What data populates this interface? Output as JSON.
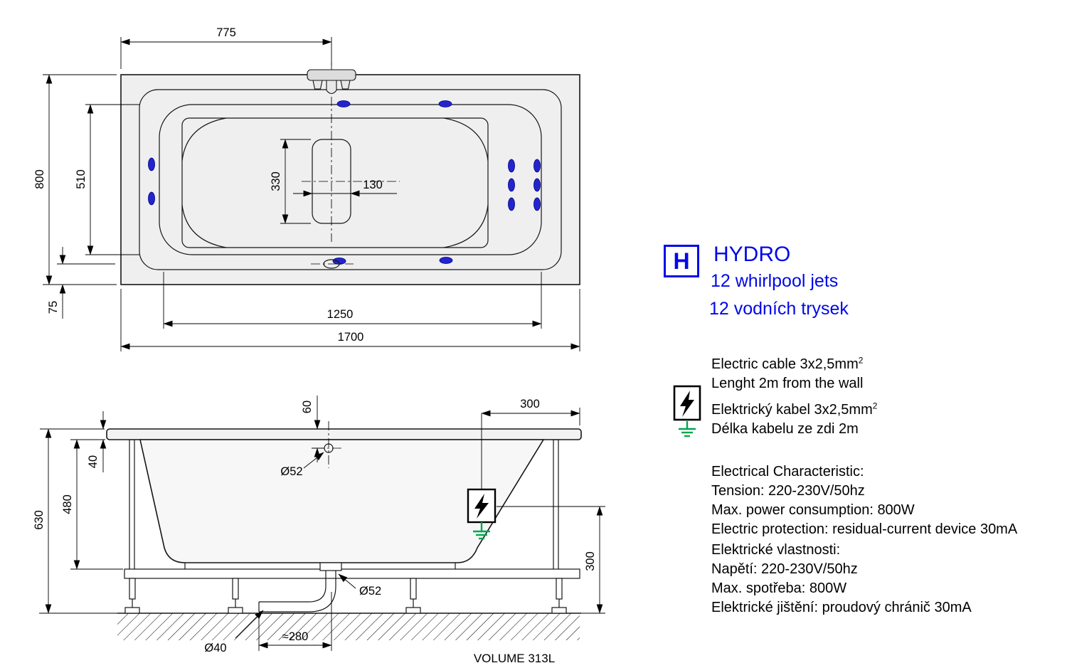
{
  "colors": {
    "accent_blue": "#0008e8",
    "jet_blue": "#2424cf",
    "ground_green": "#00a651"
  },
  "brand": {
    "logo_letter": "H",
    "name": "HYDRO",
    "feature_en": "12 whirlpool jets",
    "feature_cz": "12 vodních trysek"
  },
  "cable": {
    "en_line1": "Electric cable 3x2,5mm",
    "en_sup": "2",
    "en_line2": "Lenght 2m from the wall",
    "cz_line1": "Elektrický kabel 3x2,5mm",
    "cz_sup": "2",
    "cz_line2": "Délka kabelu ze zdi 2m"
  },
  "electrical_en": {
    "title": "Electrical Characteristic:",
    "tension": "Tension: 220-230V/50hz",
    "power": "Max. power consumption: 800W",
    "protection": "Electric protection: residual-current device 30mA"
  },
  "electrical_cz": {
    "title": "Elektrické vlastnosti:",
    "tension": "Napětí: 220-230V/50hz",
    "power": "Max. spotřeba: 800W",
    "protection": "Elektrické jištění: proudový chránič 30mA"
  },
  "volume_label": "VOLUME 313L",
  "top_view": {
    "dim_faucet_offset": "775",
    "dim_width": "800",
    "dim_inner_width": "510",
    "dim_edge_offset": "75",
    "dim_headrest_length": "330",
    "dim_headrest_width": "130",
    "dim_inner_length": "1250",
    "dim_length": "1700"
  },
  "side_view": {
    "dim_total_height": "630",
    "dim_depth": "480",
    "dim_rim": "40",
    "dim_overflow_offset": "60",
    "dim_overflow_diameter": "Ø52",
    "dim_cable_offset_top": "300",
    "dim_cable_height": "300",
    "dim_drain_diameter": "Ø52",
    "dim_pipe_diameter": "Ø40",
    "dim_drain_offset": "≈280"
  }
}
